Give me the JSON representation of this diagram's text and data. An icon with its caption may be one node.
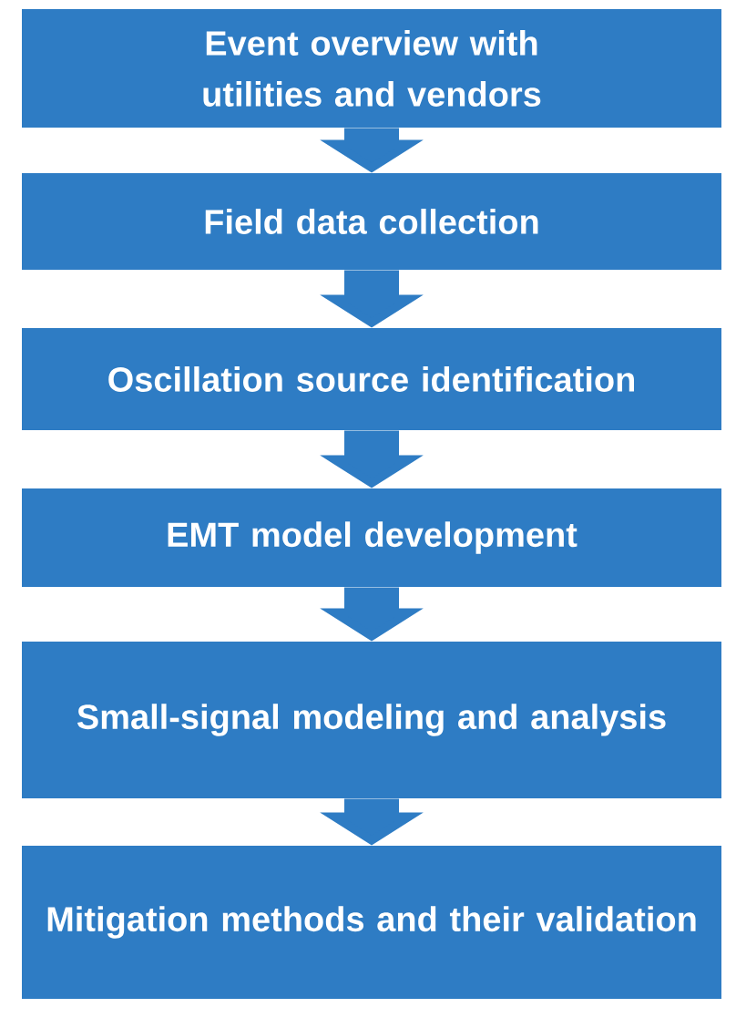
{
  "diagram": {
    "nodes": [
      {
        "text": [
          "Event overview with utilities and vendors"
        ]
      },
      {
        "text": [
          "Field data collection"
        ]
      },
      {
        "text": [
          "Oscillation source identification"
        ]
      },
      {
        "text": [
          "EMT model development"
        ]
      },
      {
        "text": [
          "Small-signal modeling and analysis"
        ]
      },
      {
        "text": [
          "Mitigation methods and their validation"
        ]
      }
    ],
    "edges": [
      {
        "from": 0,
        "to": 1,
        "arrow": "to"
      },
      {
        "from": 1,
        "to": 2,
        "arrow": "to"
      },
      {
        "from": 2,
        "to": 3,
        "arrow": "to"
      },
      {
        "from": 3,
        "to": 4,
        "arrow": "to"
      },
      {
        "from": 4,
        "to": 5,
        "arrow": "to"
      }
    ]
  }
}
